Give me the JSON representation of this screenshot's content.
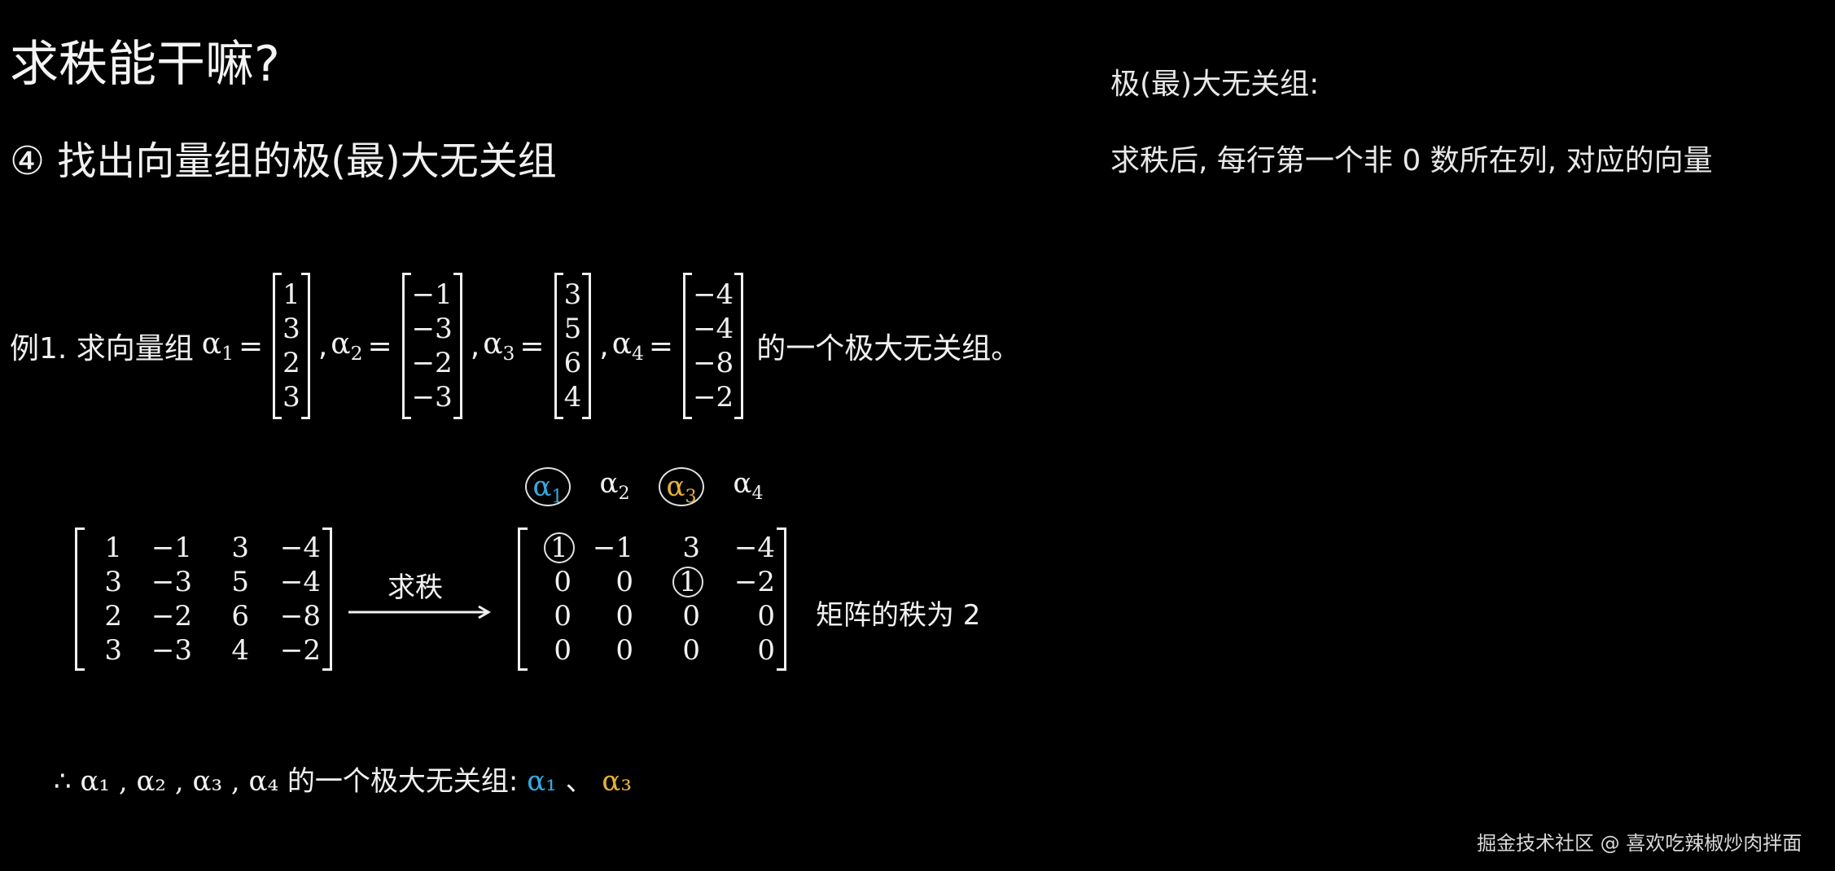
{
  "title": "求秩能干嘛?",
  "subtitle": "④ 找出向量组的极(最)大无关组",
  "side_note": {
    "heading": "极(最)大无关组:",
    "text": "求秩后, 每行第一个非 0 数所在列, 对应的向量"
  },
  "example": {
    "prefix": "例1. 求向量组",
    "vectors": [
      {
        "label": "α",
        "sub": "1",
        "values": [
          "1",
          "3",
          "2",
          "3"
        ]
      },
      {
        "label": "α",
        "sub": "2",
        "values": [
          "−1",
          "−3",
          "−2",
          "−3"
        ]
      },
      {
        "label": "α",
        "sub": "3",
        "values": [
          "3",
          "5",
          "6",
          "4"
        ]
      },
      {
        "label": "α",
        "sub": "4",
        "values": [
          "−4",
          "−4",
          "−8",
          "−2"
        ]
      }
    ],
    "suffix": "的一个极大无关组。"
  },
  "matrix_original": [
    [
      "1",
      "−1",
      "3",
      "−4"
    ],
    [
      "3",
      "−3",
      "5",
      "−4"
    ],
    [
      "2",
      "−2",
      "6",
      "−8"
    ],
    [
      "3",
      "−3",
      "4",
      "−2"
    ]
  ],
  "arrow_label": "求秩",
  "column_headers": [
    {
      "label": "α",
      "sub": "1",
      "color": "#35a9e0",
      "circled": true
    },
    {
      "label": "α",
      "sub": "2",
      "color": "#f0f0f0",
      "circled": false
    },
    {
      "label": "α",
      "sub": "3",
      "color": "#e6b13a",
      "circled": true
    },
    {
      "label": "α",
      "sub": "4",
      "color": "#f0f0f0",
      "circled": false
    }
  ],
  "matrix_reduced": [
    [
      "1",
      "−1",
      "3",
      "−4"
    ],
    [
      "0",
      "0",
      "1",
      "−2"
    ],
    [
      "0",
      "0",
      "0",
      "0"
    ],
    [
      "0",
      "0",
      "0",
      "0"
    ]
  ],
  "pivots": [
    [
      0,
      0
    ],
    [
      1,
      2
    ]
  ],
  "rank_text": "矩阵的秩为 2",
  "conclusion": {
    "therefore": "∴",
    "vectors_text": "α₁ , α₂ , α₃ , α₄",
    "middle": "的一个极大无关组:",
    "answer_a": "α₁",
    "separator": "、",
    "answer_b": "α₃"
  },
  "watermark": "掘金技术社区 @ 喜欢吃辣椒炒肉拌面",
  "colors": {
    "background": "#000000",
    "text": "#f0f0f0",
    "blue": "#35a9e0",
    "gold": "#e6b13a"
  }
}
